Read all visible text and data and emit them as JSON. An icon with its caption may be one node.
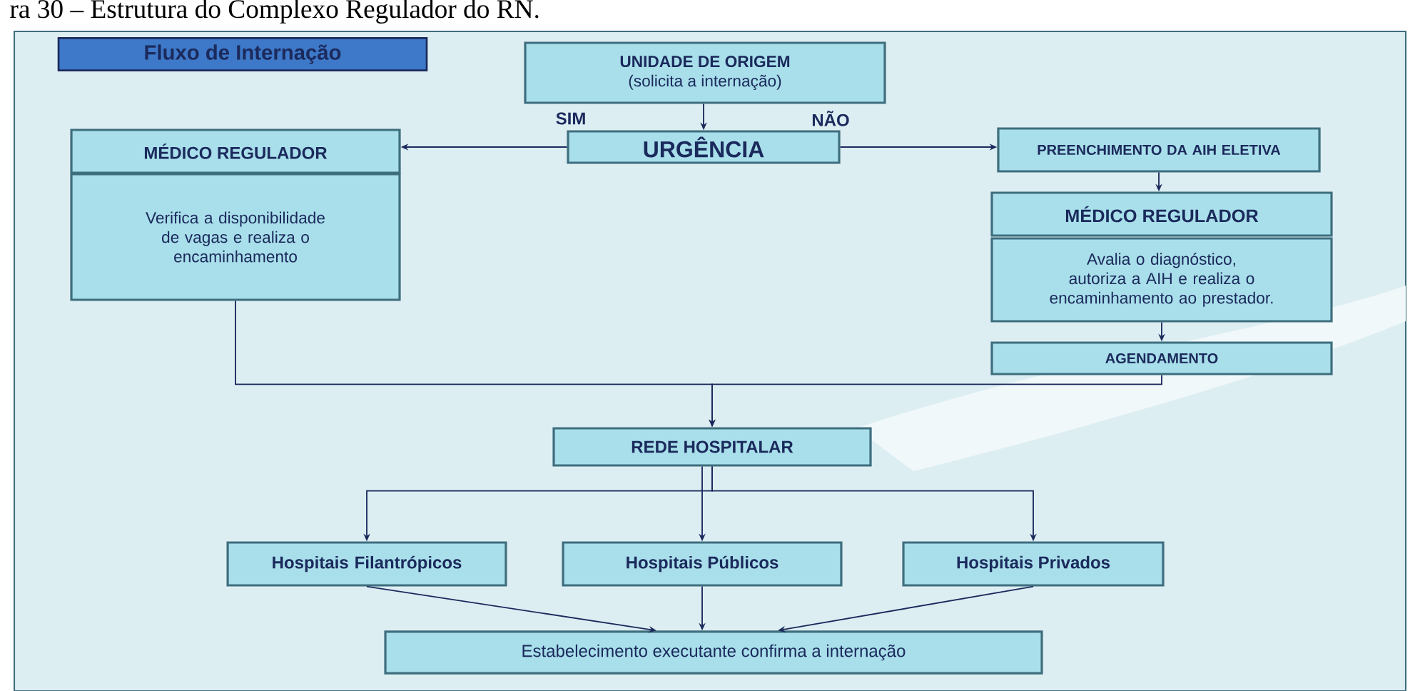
{
  "diagram": {
    "title": "Fluxo de Internação",
    "caption": "ra 30 – Estrutura do Complexo Regulador do RN.",
    "nodes": [
      {
        "text": [
          "UNIDADE DE ORIGEM",
          "(solicita a internação)"
        ]
      },
      {
        "text": [
          "URGÊNCIA"
        ]
      },
      {
        "text": [
          "MÉDICO REGULADOR"
        ]
      },
      {
        "text": [
          "Verifica a disponibilidade de vagas e realiza o encaminhamento"
        ]
      },
      {
        "text": [
          "PREENCHIMENTO DA AIH ELETIVA"
        ]
      },
      {
        "text": [
          "MÉDICO REGULADOR"
        ]
      },
      {
        "text": [
          "Avalia o diagnóstico, autoriza a AIH e realiza o encaminhamento ao prestador."
        ]
      },
      {
        "text": [
          "AGENDAMENTO"
        ]
      },
      {
        "text": [
          "REDE HOSPITALAR"
        ]
      },
      {
        "text": [
          "Hospitais Filantrópicos"
        ]
      },
      {
        "text": [
          "Hospitais Públicos"
        ]
      },
      {
        "text": [
          "Hospitais Privados"
        ]
      },
      {
        "text": [
          "Estabelecimento executante confirma a internação"
        ]
      }
    ],
    "edges": [
      {
        "from": 0,
        "to": 1,
        "arrow": "to"
      },
      {
        "from": 1,
        "to": 2,
        "arrow": "to",
        "label": "SIM"
      },
      {
        "from": 1,
        "to": 4,
        "arrow": "to",
        "label": "NÃO"
      },
      {
        "from": 4,
        "to": 5,
        "arrow": "to"
      },
      {
        "from": 6,
        "to": 7,
        "arrow": "to"
      },
      {
        "from": 3,
        "to": 8,
        "arrow": "to"
      },
      {
        "from": 7,
        "to": 8,
        "arrow": "to"
      },
      {
        "from": 8,
        "to": 9,
        "arrow": "to"
      },
      {
        "from": 8,
        "to": 10,
        "arrow": "to"
      },
      {
        "from": 8,
        "to": 11,
        "arrow": "to"
      },
      {
        "from": 9,
        "to": 12,
        "arrow": "to"
      },
      {
        "from": 10,
        "to": 12,
        "arrow": "to"
      },
      {
        "from": 11,
        "to": 12,
        "arrow": "to"
      }
    ]
  }
}
